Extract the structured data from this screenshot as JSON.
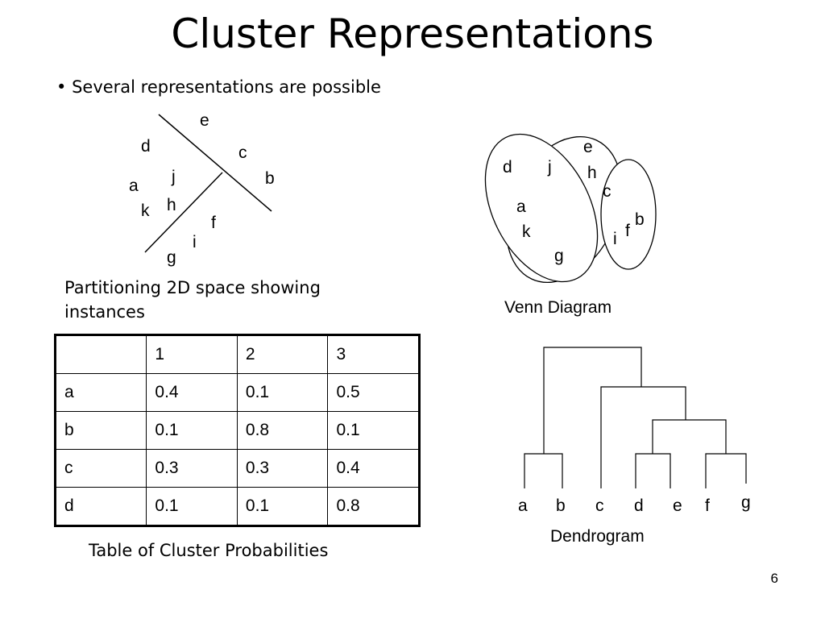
{
  "title": "Cluster Representations",
  "bullet": "Several representations are possible",
  "partition": {
    "labels": [
      "e",
      "d",
      "c",
      "b",
      "j",
      "a",
      "h",
      "k",
      "f",
      "i",
      "g"
    ],
    "caption": "Partitioning 2D space showing instances"
  },
  "venn": {
    "labels": [
      "e",
      "d",
      "j",
      "h",
      "c",
      "a",
      "b",
      "f",
      "k",
      "i",
      "g"
    ],
    "caption": "Venn Diagram"
  },
  "table": {
    "header": [
      "",
      "1",
      "2",
      "3"
    ],
    "rows": [
      [
        "a",
        "0.4",
        "0.1",
        "0.5"
      ],
      [
        "b",
        "0.1",
        "0.8",
        "0.1"
      ],
      [
        "c",
        "0.3",
        "0.3",
        "0.4"
      ],
      [
        "d",
        "0.1",
        "0.1",
        "0.8"
      ]
    ],
    "caption": "Table of Cluster Probabilities"
  },
  "dendrogram": {
    "leaves": [
      "a",
      "b",
      "c",
      "d",
      "e",
      "f",
      "g"
    ],
    "caption": "Dendrogram"
  },
  "page_number": "6"
}
